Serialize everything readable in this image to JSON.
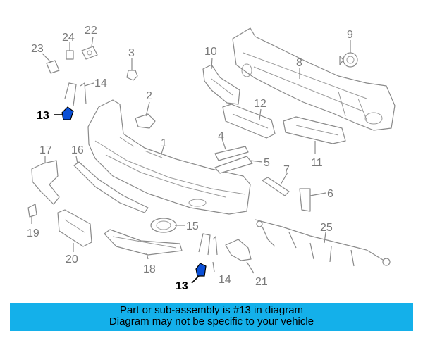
{
  "banner": {
    "line1": "Part or sub-assembly is #13 in diagram",
    "line2": "Diagram may not be specific to your vehicle"
  },
  "highlight_color": "#0a4fd6",
  "banner_color": "#14b0ea",
  "callouts": {
    "c1": "1",
    "c2": "2",
    "c3": "3",
    "c4": "4",
    "c5": "5",
    "c6": "6",
    "c7": "7",
    "c8": "8",
    "c9": "9",
    "c10": "10",
    "c11": "11",
    "c12": "12",
    "c13a": "13",
    "c13b": "13",
    "c14a": "14",
    "c14b": "14",
    "c15": "15",
    "c16": "16",
    "c17": "17",
    "c19": "19",
    "c20": "20",
    "c21": "21",
    "c22": "22",
    "c23": "23",
    "c24": "24",
    "c25": "25",
    "c18": "18"
  }
}
